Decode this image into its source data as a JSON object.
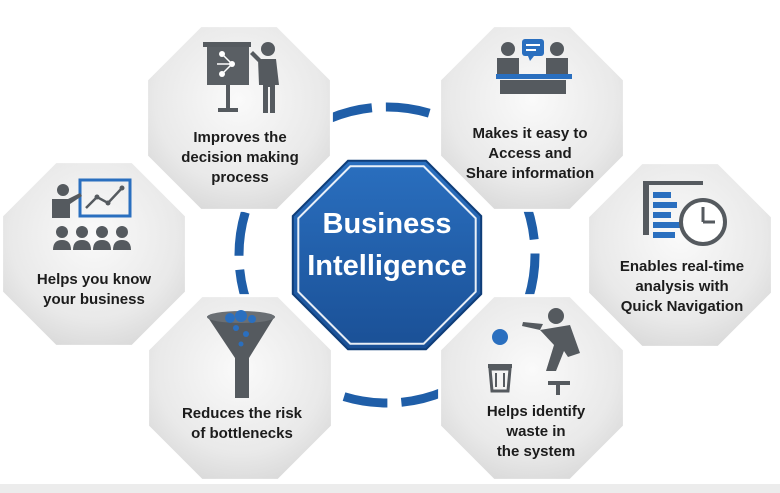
{
  "diagram": {
    "center": {
      "line1": "Business",
      "line2": "Intelligence"
    },
    "colors": {
      "accent": "#1f5ea8",
      "icon": "#555a5f",
      "octagon": "#e4e4e4",
      "text": "#1c1c1c",
      "ring": "#1f5ea8"
    },
    "nodes": [
      {
        "id": "decision",
        "icon": "presenter-board-icon",
        "lines": [
          "Improves the",
          "decision making",
          "process"
        ]
      },
      {
        "id": "access",
        "icon": "meeting-chat-icon",
        "lines": [
          "Makes it easy to",
          "Access and",
          "Share information"
        ]
      },
      {
        "id": "know",
        "icon": "audience-chart-icon",
        "lines": [
          "Helps you know",
          "your business"
        ]
      },
      {
        "id": "realtime",
        "icon": "report-clock-icon",
        "lines": [
          "Enables real-time",
          "analysis with",
          "Quick Navigation"
        ]
      },
      {
        "id": "bottlenecks",
        "icon": "funnel-icon",
        "lines": [
          "Reduces the risk",
          "of bottlenecks"
        ]
      },
      {
        "id": "waste",
        "icon": "trash-person-icon",
        "lines": [
          "Helps identify",
          "waste in",
          "the system"
        ]
      }
    ]
  }
}
